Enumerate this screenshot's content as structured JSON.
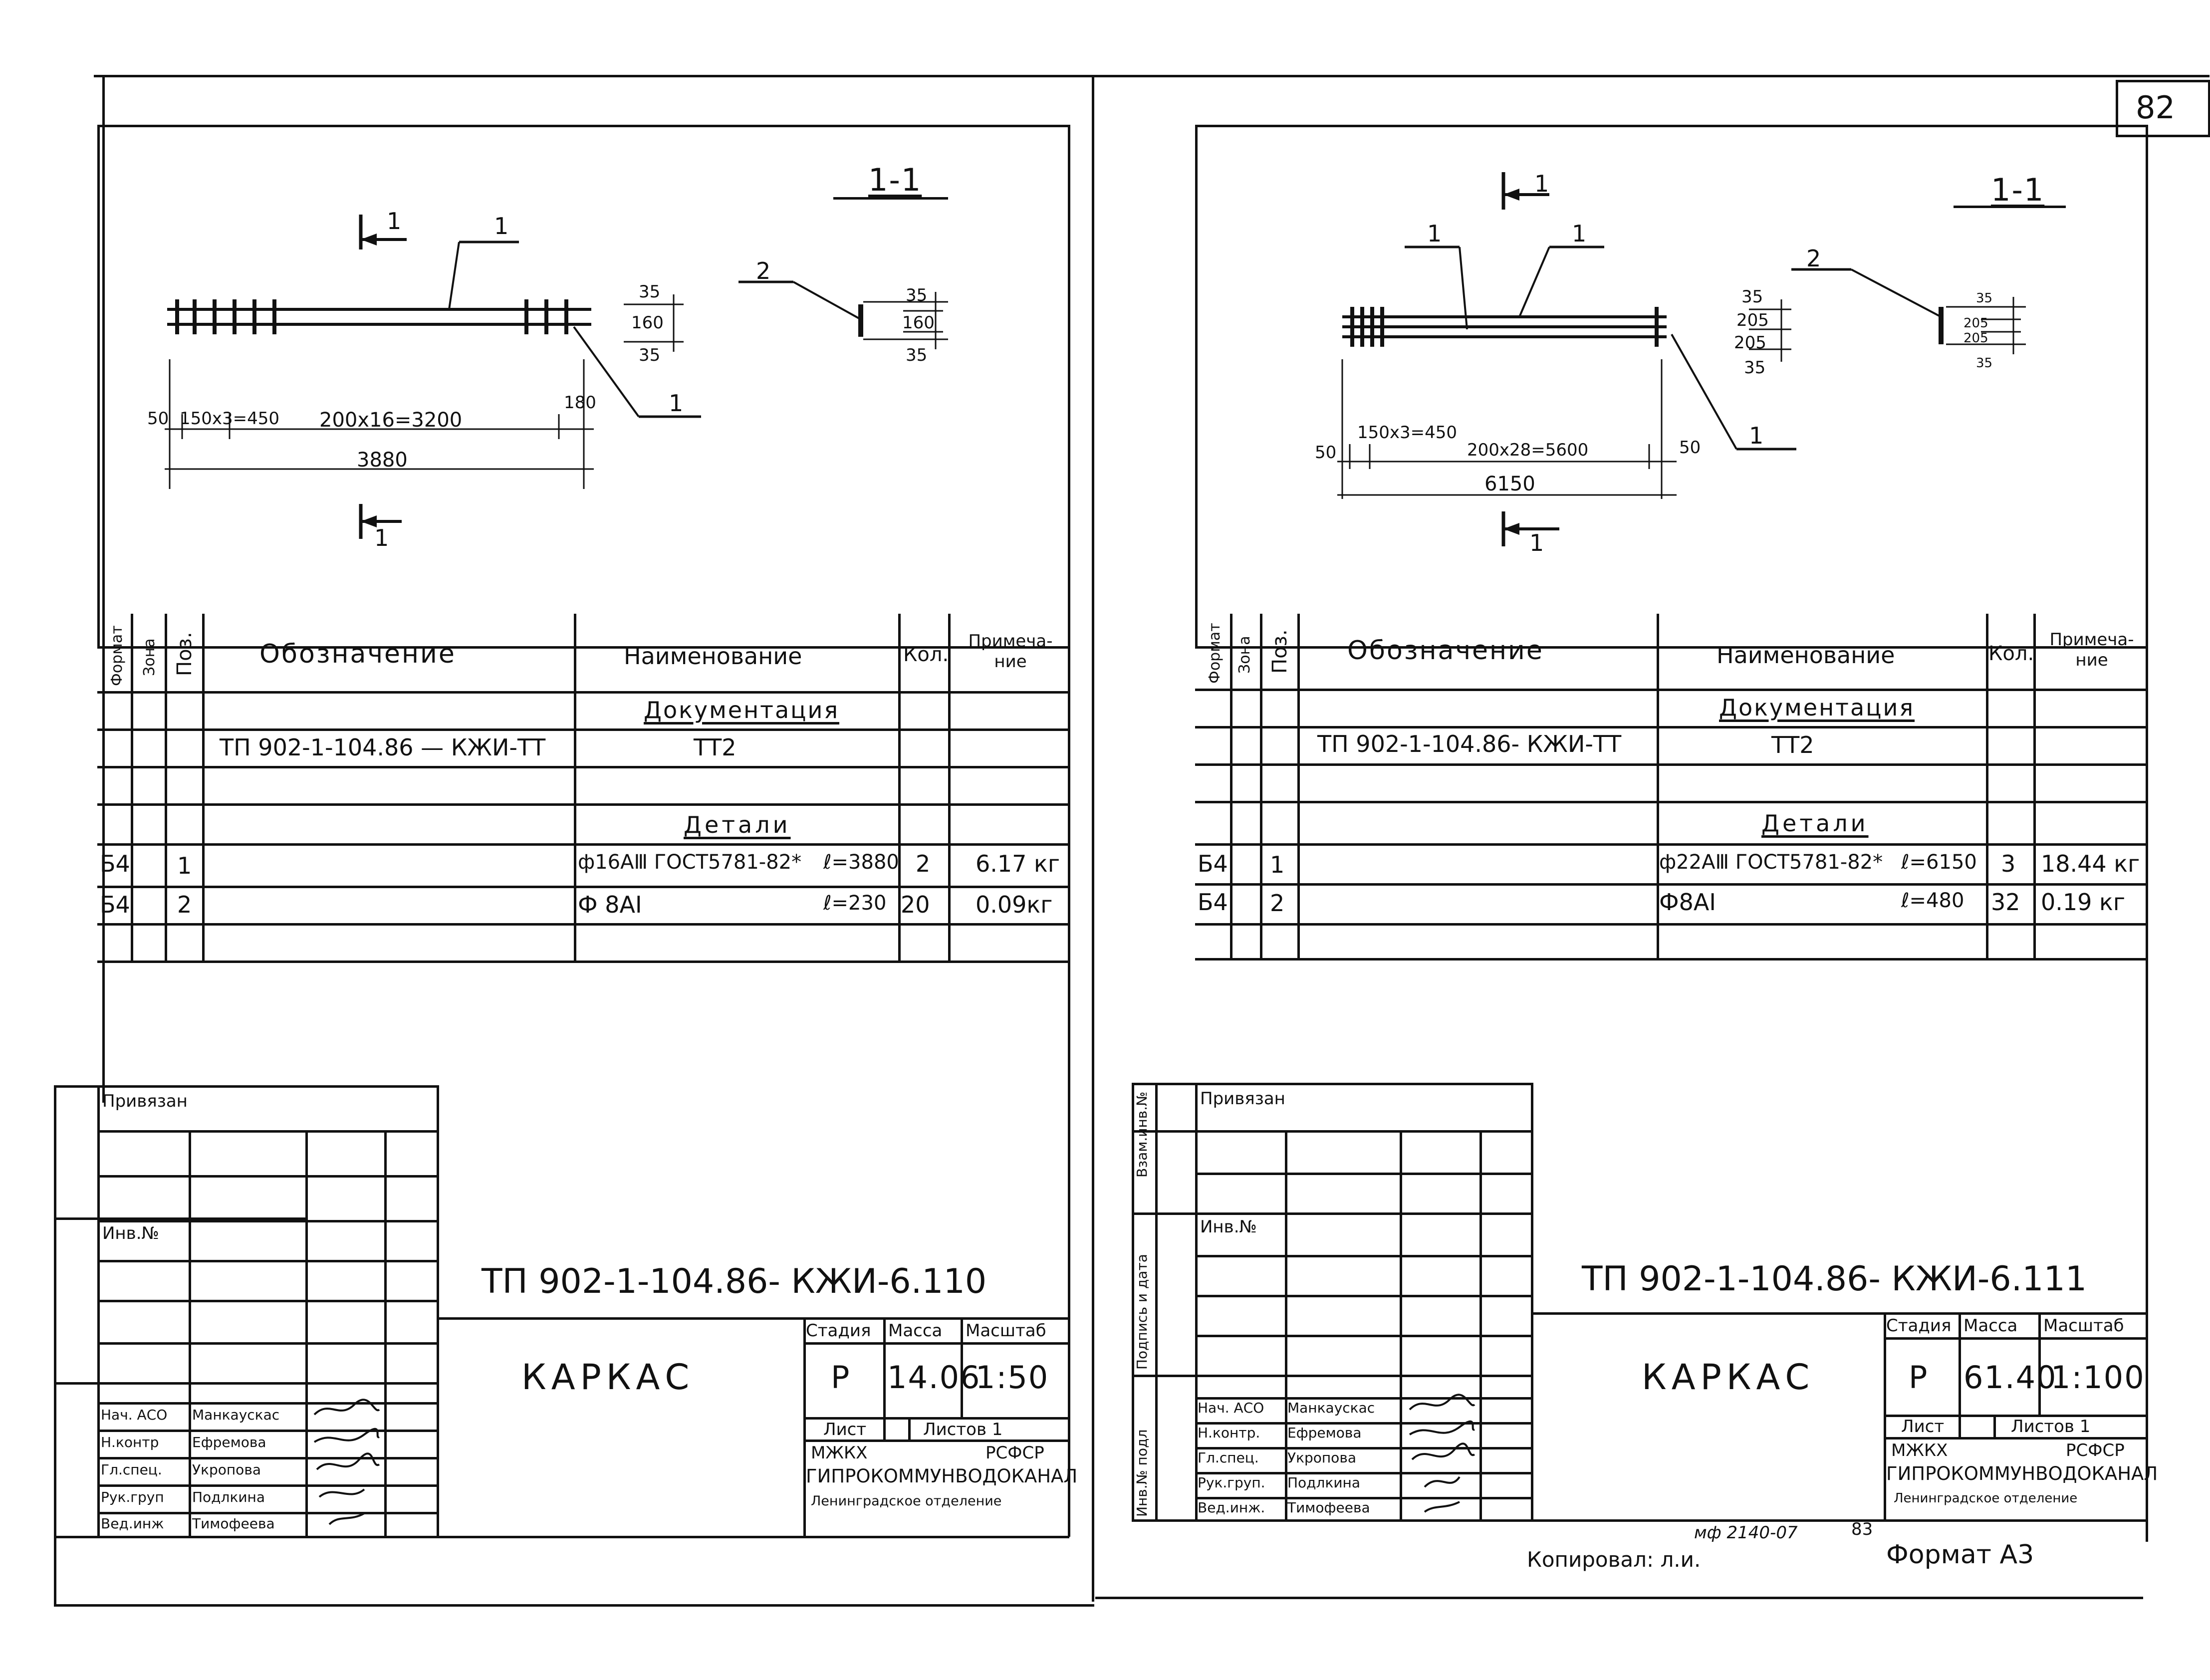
{
  "page_number": "82",
  "left": {
    "section_top": "1",
    "section_bottom": "1",
    "section_title": "1-1",
    "callout_1a": "1",
    "callout_1b": "1",
    "callout_2": "2",
    "dims": {
      "d50": "50",
      "d150": "150x3=450",
      "d200": "200x16=3200",
      "d180": "180",
      "total": "3880"
    },
    "sec_dims": {
      "a": "35",
      "b": "160",
      "c": "35"
    },
    "table_header": {
      "format": "Формат",
      "zone": "Зона",
      "pos": "Поз.",
      "designation": "Обозначение",
      "name": "Наименование",
      "qty": "Кол.",
      "note": "Примеча-ние"
    },
    "doc_heading": "Документация",
    "doc_row": {
      "designation": "ТП 902-1-104.86 — КЖИ-ТТ",
      "name": "ТТ2"
    },
    "details_heading": "Детали",
    "rows": [
      {
        "format": "Б4",
        "pos": "1",
        "name": "ф16АⅢ ГОСТ5781-82*",
        "length": "ℓ=3880",
        "qty": "2",
        "note": "6.17 кг"
      },
      {
        "format": "Б4",
        "pos": "2",
        "name": "Ф 8АI",
        "length": "ℓ=230",
        "qty": "20",
        "note": "0.09кг"
      }
    ],
    "stamp": {
      "linked": "Привязан",
      "inv": "Инв.№",
      "code": "ТП 902-1-104.86- КЖИ-6.110",
      "title": "КАРКАС",
      "stage_h": "Стадия",
      "mass_h": "Масса",
      "scale_h": "Масштаб",
      "stage": "Р",
      "mass": "14.06",
      "scale": "1:50",
      "sheet": "Лист",
      "sheets": "Листов 1",
      "org1": "МЖКХ",
      "org2": "РСФСР",
      "org3": "ГИПРОКОММУНВОДОКАНАЛ",
      "org4": "Ленинградское отделение",
      "people": [
        {
          "role": "Нач. АСО",
          "name": "Манкаускас"
        },
        {
          "role": "Н.контр",
          "name": "Ефремова"
        },
        {
          "role": "Гл.спец.",
          "name": "Укропова"
        },
        {
          "role": "Рук.груп",
          "name": "Подлкина"
        },
        {
          "role": "Вед.инж",
          "name": "Тимофеева"
        }
      ]
    }
  },
  "right": {
    "section_top": "1",
    "section_bottom": "1",
    "section_title": "1-1",
    "callout_1a": "1",
    "callout_1b": "1",
    "callout_1c": "1",
    "callout_2": "2",
    "dims": {
      "d50": "50",
      "d150": "150x3=450",
      "d200": "200x28=5600",
      "d50b": "50",
      "total": "6150"
    },
    "sec_dims": {
      "a": "35",
      "b": "205",
      "c": "205",
      "d": "35"
    },
    "table_header": {
      "format": "Формат",
      "zone": "Зона",
      "pos": "Поз.",
      "designation": "Обозначение",
      "name": "Наименование",
      "qty": "Кол.",
      "note": "Примеча-ние"
    },
    "doc_heading": "Документация",
    "doc_row": {
      "designation": "ТП 902-1-104.86- КЖИ-ТТ",
      "name": "ТТ2"
    },
    "details_heading": "Детали",
    "rows": [
      {
        "format": "Б4",
        "pos": "1",
        "name": "ф22АⅢ ГОСТ5781-82*",
        "length": "ℓ=6150",
        "qty": "3",
        "note": "18.44 кг"
      },
      {
        "format": "Б4",
        "pos": "2",
        "name": "Ф8АI",
        "length": "ℓ=480",
        "qty": "32",
        "note": "0.19 кг"
      }
    ],
    "side_labels": {
      "a": "Взам.инв.№",
      "b": "Подпись и дата",
      "c": "Инв.№ подл"
    },
    "stamp": {
      "linked": "Привязан",
      "inv": "Инв.№",
      "code": "ТП 902-1-104.86- КЖИ-6.111",
      "title": "КАРКАС",
      "stage_h": "Стадия",
      "mass_h": "Масса",
      "scale_h": "Масштаб",
      "stage": "Р",
      "mass": "61.40",
      "scale": "1:100",
      "sheet": "Лист",
      "sheets": "Листов 1",
      "org1": "МЖКХ",
      "org2": "РСФСР",
      "org3": "ГИПРОКОММУНВОДОКАНАЛ",
      "org4": "Ленинградское отделение",
      "people": [
        {
          "role": "Нач. АСО",
          "name": "Манкаускас"
        },
        {
          "role": "Н.контр.",
          "name": "Ефремова"
        },
        {
          "role": "Гл.спец.",
          "name": "Укропова"
        },
        {
          "role": "Рук.груп.",
          "name": "Подлкина"
        },
        {
          "role": "Вед.инж.",
          "name": "Тимофеева"
        }
      ]
    },
    "copied": "Копировал: л.и.",
    "mf": "мф 2140-07",
    "mf_num": "83",
    "format": "Формат А3"
  }
}
